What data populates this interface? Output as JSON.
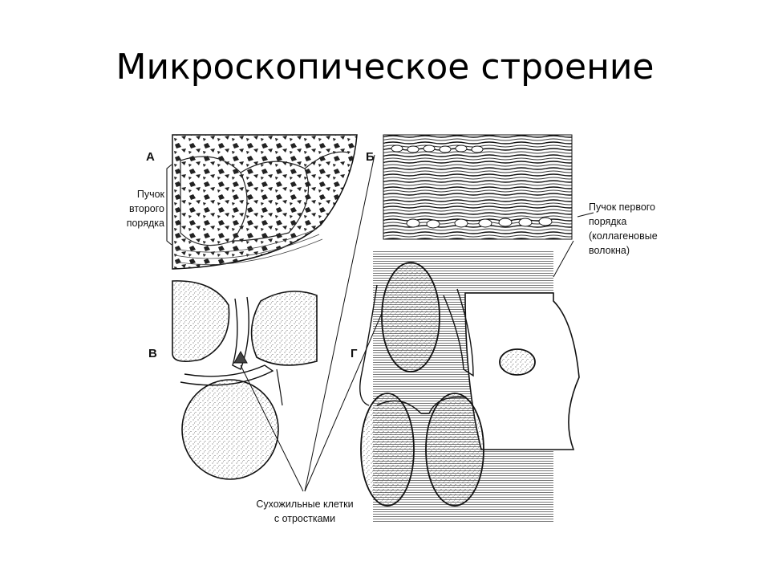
{
  "slide": {
    "title": "Микроскопическое строение"
  },
  "panels": {
    "a": "А",
    "b": "Б",
    "v": "В",
    "g": "Г"
  },
  "labels": {
    "second_order_bundle": [
      "Пучок",
      "второго",
      "порядка"
    ],
    "first_order_bundle": [
      "Пучок первого",
      "порядка",
      "(коллагеновые",
      "волокна)"
    ],
    "tendon_cells": [
      "Сухожильные клетки",
      "с отростками"
    ]
  }
}
